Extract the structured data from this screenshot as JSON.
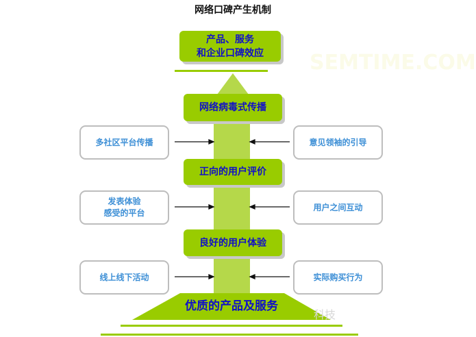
{
  "title": "网络口碑产生机制",
  "top_box": {
    "line1": "产品、服务",
    "line2": "和企业口碑效应"
  },
  "stages": [
    "网络病毒式传播",
    "正向的用户评价",
    "良好的用户体验"
  ],
  "base": "优质的产品及服务",
  "left_factors": [
    "多社区平台传播",
    "发表体验\n感受的平台",
    "线上线下活动"
  ],
  "right_factors": [
    "意见领袖的引导",
    "用户之间互动",
    "实际购买行为"
  ],
  "watermark": "SEMTIME.COM",
  "watermark2": "科技",
  "colors": {
    "green": "#99cc00",
    "light_green": "#b5d84a",
    "blue_text": "#1010c8",
    "side_text": "#3d8fd6"
  }
}
